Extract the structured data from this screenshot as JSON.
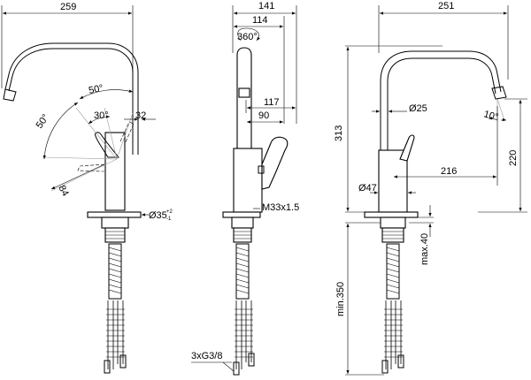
{
  "views": {
    "left": {
      "dim_width": "259",
      "angle_upper": "50°",
      "angle_lower": "50°",
      "angle_small": "30°",
      "dim_32": "32",
      "dim_84": "84",
      "dim_base": "Ø35",
      "tol_plus": "+2",
      "tol_minus": "-1"
    },
    "middle": {
      "dim_141": "141",
      "dim_114": "114",
      "rotation": "360°",
      "dim_117": "117",
      "dim_90": "90",
      "thread": "M33x1.5",
      "connection": "3xG3/8"
    },
    "right": {
      "dim_251": "251",
      "dim_313": "313",
      "dim_220": "220",
      "dim_25": "Ø25",
      "tilt": "10°",
      "dim_216": "216",
      "dim_47": "Ø47",
      "dim_max40": "max.40",
      "dim_min350": "min.350"
    }
  }
}
